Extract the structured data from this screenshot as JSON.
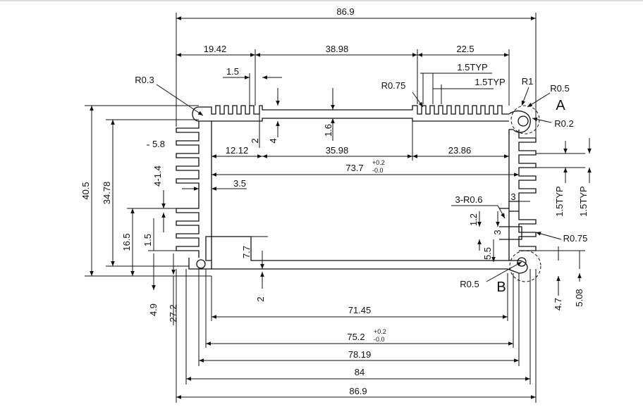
{
  "drawing": {
    "top_width": "86.9",
    "dim_19_42": "19.42",
    "dim_38_98": "38.98",
    "dim_22_5": "22.5",
    "dim_1_5_top": "1.5",
    "dim_1_5typ_a": "1.5TYP",
    "dim_1_5typ_b": "1.5TYP",
    "r0_3": "R0.3",
    "r0_75_top": "R0.75",
    "r1": "R1",
    "r0_5_top": "R0.5",
    "datum_a": "A",
    "r0_2": "R0.2",
    "dim_2_top": "2",
    "dim_4": "4",
    "dim_1_6": "1.6",
    "dim_5_8": "5.8",
    "dim_12_12": "12.12",
    "dim_35_98": "35.98",
    "dim_23_86": "23.86",
    "dim_73_7": "73.7",
    "tol_plus": "+0.2",
    "tol_minus": "-0.0",
    "dim_4_1_4": "4-1.4",
    "dim_3_5": "3.5",
    "dim_40_5": "40.5",
    "dim_34_78": "34.78",
    "dim_16_5": "16.5",
    "dim_1_5_left": "1.5",
    "dim_3_right": "3",
    "dim_3_r0_6": "3-R0.6",
    "dim_1_2": "1.2",
    "dim_3_mid": "3",
    "dim_5_5": "5.5",
    "r0_75_right": "R0.75",
    "dim_7_7": "7.7",
    "dim_2_bottom": "2",
    "r0_5_bottom": "R0.5",
    "datum_b": "B",
    "dim_1_5typ_v1": "1.5TYP",
    "dim_1_5typ_v2": "1.5TYP",
    "dim_4_9": "4.9",
    "dim_27_2": "27.2",
    "dim_4_7": "4.7",
    "dim_5_08": "5.08",
    "dim_71_45": "71.45",
    "dim_75_2": "75.2",
    "dim_78_19": "78.19",
    "dim_84": "84",
    "bottom_width": "86.9"
  },
  "colors": {
    "line": "#111111",
    "background": "#ffffff"
  }
}
